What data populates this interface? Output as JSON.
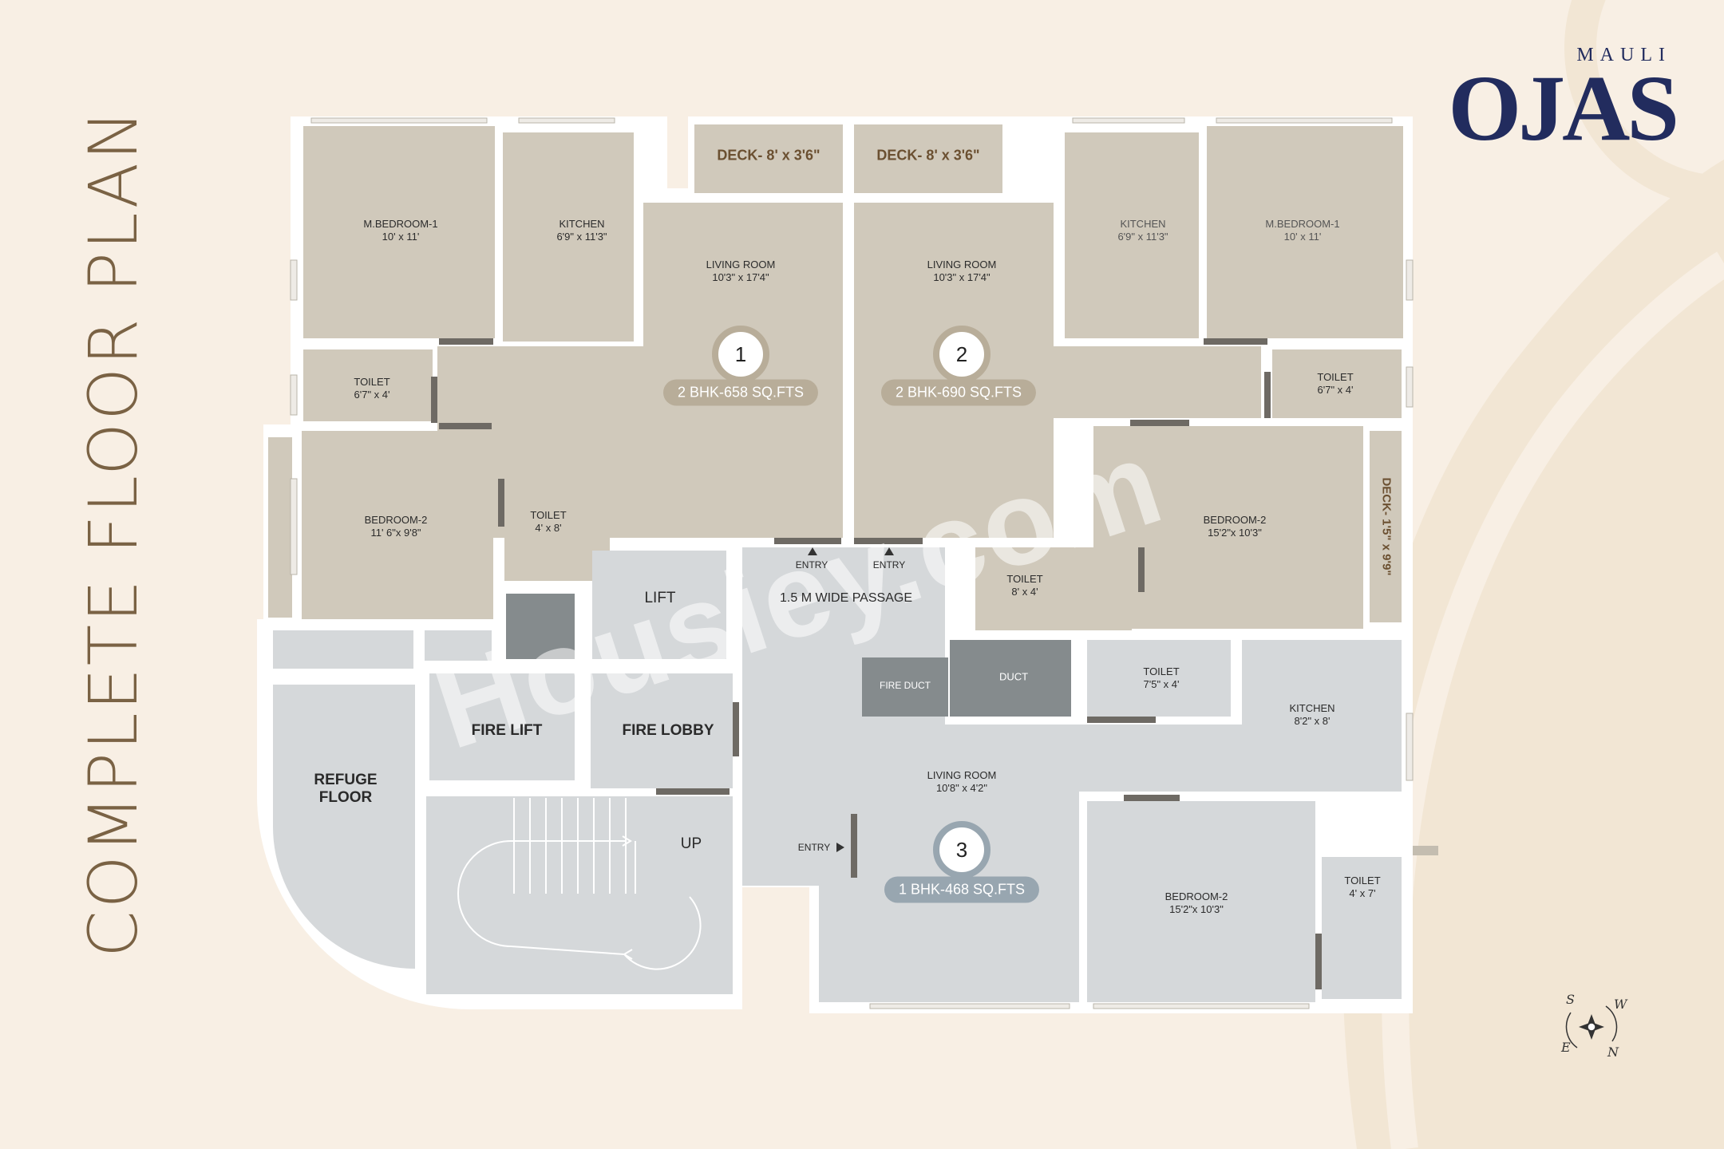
{
  "page": {
    "title": "COMPLETE FLOOR PLAN"
  },
  "brand": {
    "sub": "MAULI",
    "main": "OJAS",
    "color": "#222c5e"
  },
  "colors": {
    "background": "#f8efe4",
    "beige_room": "#d0c9bb",
    "grey_room": "#d5d8da",
    "dark_duct": "#858b8d",
    "wall": "#ffffff",
    "pill_beige": "#b8ad99",
    "pill_grey": "#98a6b0"
  },
  "rooms": {
    "u1_mbed": {
      "name": "M.BEDROOM-1",
      "dim": "10' x 11'"
    },
    "u1_kitchen": {
      "name": "KITCHEN",
      "dim": "6'9\" x 11'3\""
    },
    "u1_living": {
      "name": "LIVING ROOM",
      "dim": "10'3\" x 17'4\""
    },
    "u1_toilet1": {
      "name": "TOILET",
      "dim": "6'7\" x 4'"
    },
    "u1_bed2": {
      "name": "BEDROOM-2",
      "dim": "11' 6\"x 9'8\""
    },
    "u1_toilet2": {
      "name": "TOILET",
      "dim": "4' x 8'"
    },
    "u2_living": {
      "name": "LIVING ROOM",
      "dim": "10'3\" x 17'4\""
    },
    "u2_kitchen": {
      "name": "KITCHEN",
      "dim": "6'9\" x 11'3\""
    },
    "u2_mbed": {
      "name": "M.BEDROOM-1",
      "dim": "10' x 11'"
    },
    "u2_toilet1": {
      "name": "TOILET",
      "dim": "6'7\" x 4'"
    },
    "u2_bed2": {
      "name": "BEDROOM-2",
      "dim": "15'2\"x 10'3\""
    },
    "u2_toilet2": {
      "name": "TOILET",
      "dim": "8' x 4'"
    },
    "u3_toilet1": {
      "name": "TOILET",
      "dim": "7'5\" x 4'"
    },
    "u3_kitchen": {
      "name": "KITCHEN",
      "dim": "8'2\" x 8'"
    },
    "u3_living": {
      "name": "LIVING ROOM",
      "dim": "10'8\" x 4'2\""
    },
    "u3_bed2": {
      "name": "BEDROOM-2",
      "dim": "15'2\"x 10'3\""
    },
    "u3_toilet2": {
      "name": "TOILET",
      "dim": "4' x 7'"
    }
  },
  "decks": {
    "deck1": "DECK- 8' x 3'6\"",
    "deck2": "DECK- 8' x 3'6\"",
    "deck3": "DECK- 1'5\" x 9'9\""
  },
  "common": {
    "lift": "LIFT",
    "passage": "1.5 M WIDE PASSAGE",
    "fire_duct": "FIRE DUCT",
    "duct": "DUCT",
    "fire_lift": "FIRE LIFT",
    "fire_lobby": "FIRE LOBBY",
    "refuge": "REFUGE FLOOR",
    "up": "UP",
    "entry1": "ENTRY",
    "entry2": "ENTRY",
    "entry3": "ENTRY"
  },
  "units": [
    {
      "number": "1",
      "label": "2 BHK-658 SQ.FTS"
    },
    {
      "number": "2",
      "label": "2 BHK-690 SQ.FTS"
    },
    {
      "number": "3",
      "label": "1 BHK-468 SQ.FTS"
    }
  ],
  "compass": {
    "s": "S",
    "w": "W",
    "e": "E",
    "n": "N"
  },
  "watermark": "Housiey.com"
}
